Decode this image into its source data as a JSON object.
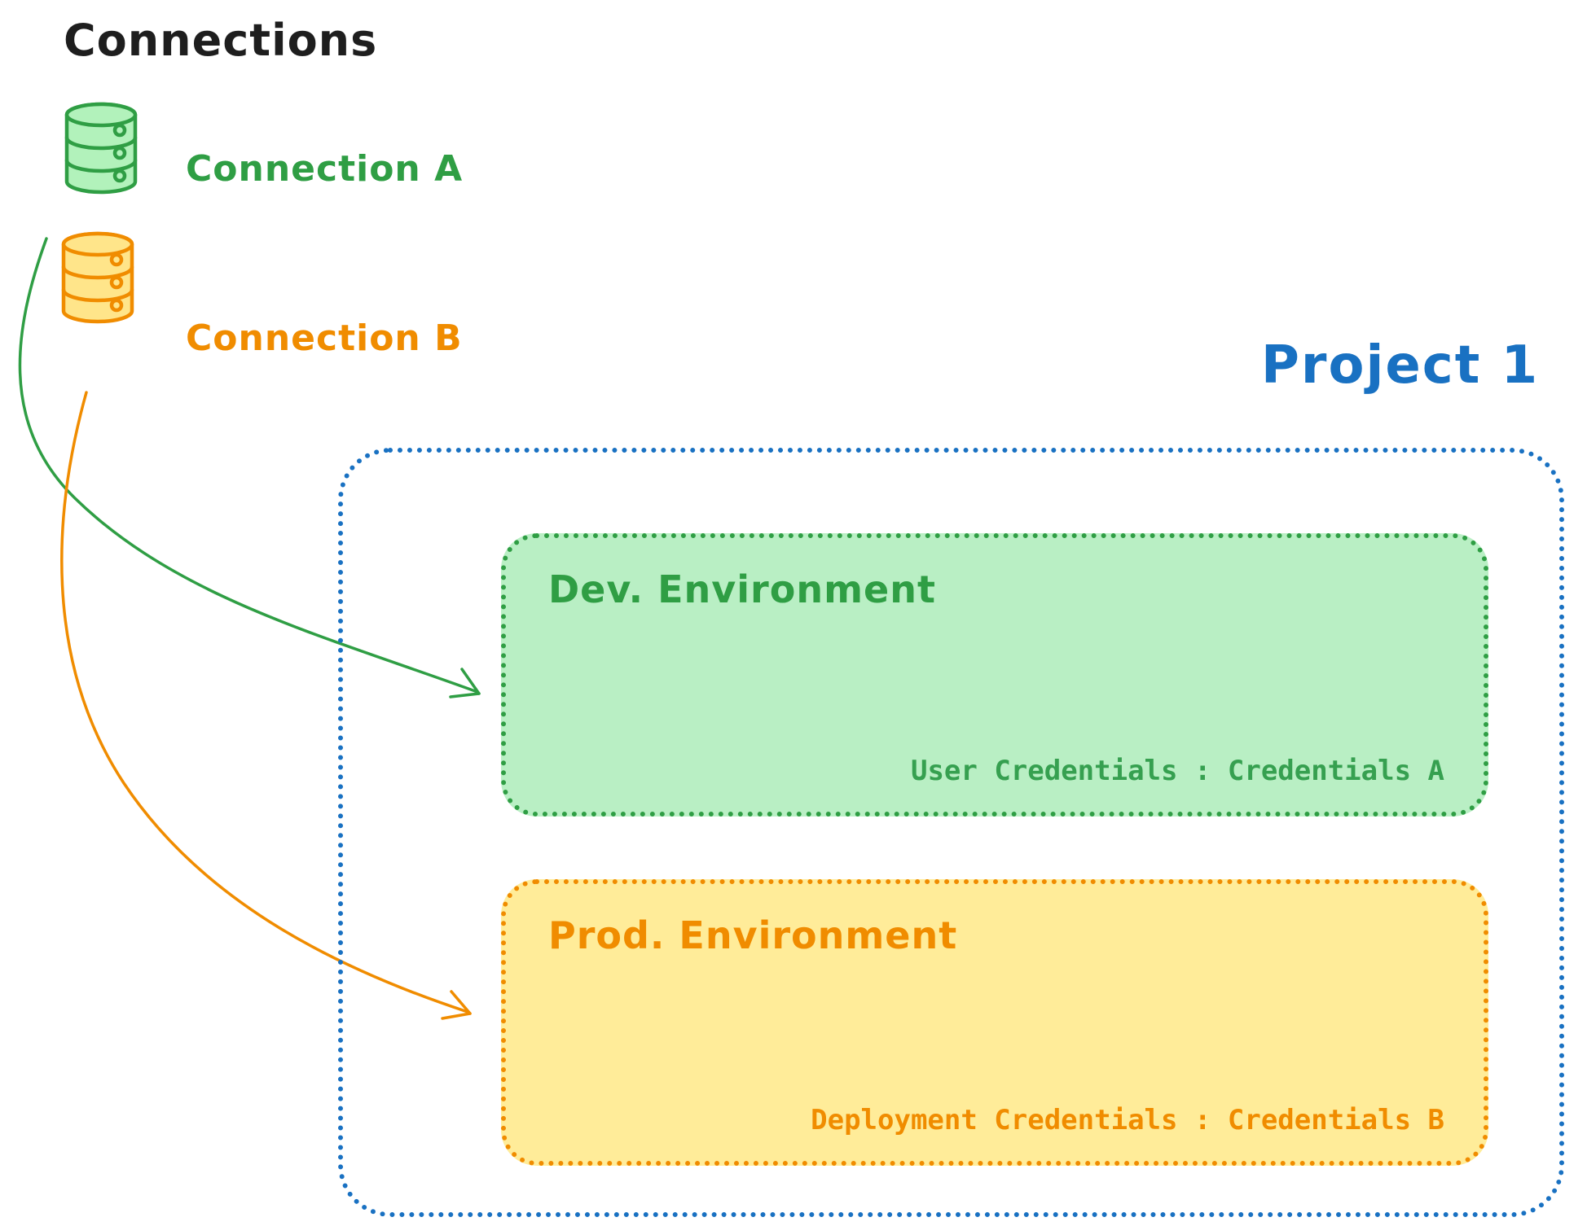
{
  "diagram": {
    "title": "Connections",
    "connections": [
      {
        "label": "Connection A",
        "color": "#2f9e44",
        "icon": "database-icon"
      },
      {
        "label": "Connection B",
        "color": "#f08c00",
        "icon": "database-icon"
      }
    ],
    "project": {
      "title": "Project 1",
      "color": "#1971c2",
      "environments": [
        {
          "name": "Dev. Environment",
          "credentials_label": "User Credentials : Credentials A",
          "stroke_color": "#2f9e44",
          "fill_color": "#b9efc4"
        },
        {
          "name": "Prod. Environment",
          "credentials_label": "Deployment Credentials : Credentials B",
          "stroke_color": "#f08c00",
          "fill_color": "#ffec99"
        }
      ]
    },
    "arrows": [
      {
        "from": "Connection A",
        "to": "Dev. Environment",
        "color": "#2f9e44"
      },
      {
        "from": "Connection B",
        "to": "Prod. Environment",
        "color": "#f08c00"
      }
    ]
  }
}
